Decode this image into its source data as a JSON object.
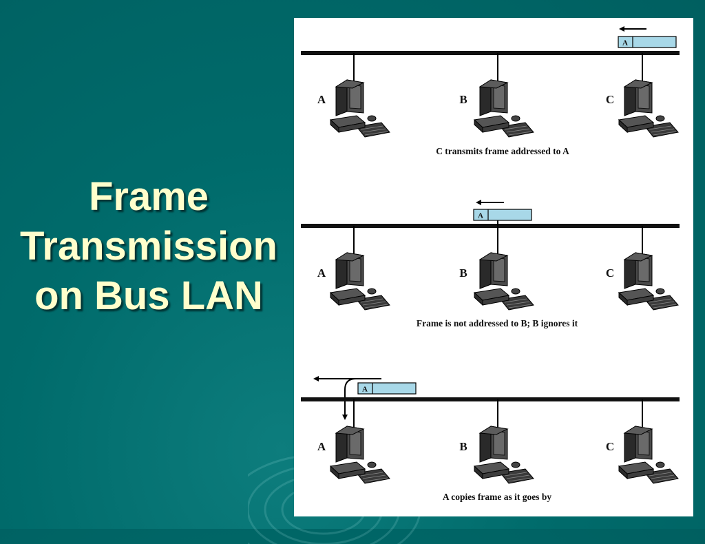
{
  "slide": {
    "title_lines": [
      "Frame",
      "Transmission",
      "on Bus LAN"
    ]
  },
  "diagram": {
    "frame_label": "A",
    "stations": [
      "A",
      "B",
      "C"
    ],
    "captions": [
      "C transmits frame addressed to A",
      "Frame is not addressed to B; B ignores it",
      "A copies frame as it goes by"
    ]
  },
  "colors": {
    "background": "#006b6b",
    "title": "#ffffcc",
    "frame_fill": "#a8d8e8",
    "bus": "#111111"
  },
  "icons": [
    "computer-icon",
    "arrow-left-icon",
    "arrow-down-icon"
  ]
}
